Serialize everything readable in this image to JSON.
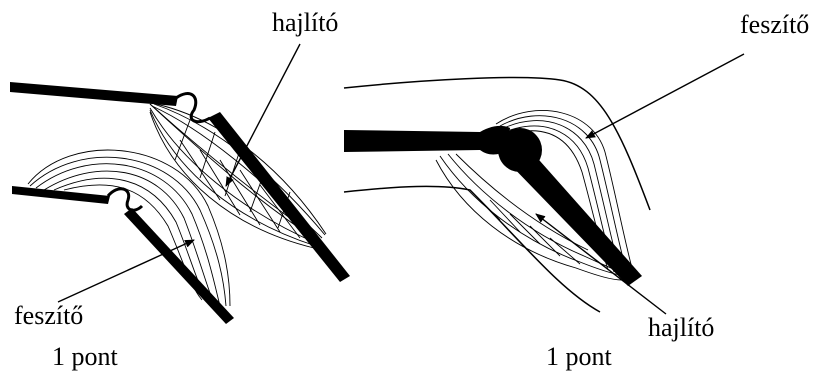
{
  "labels": {
    "left_flexor": "hajlító",
    "left_extensor": "feszítő",
    "left_point": "1 pont",
    "right_extensor": "feszítő",
    "right_flexor": "hajlító",
    "right_point": "1 pont"
  },
  "colors": {
    "ink": "#000000",
    "paper": "#ffffff"
  }
}
